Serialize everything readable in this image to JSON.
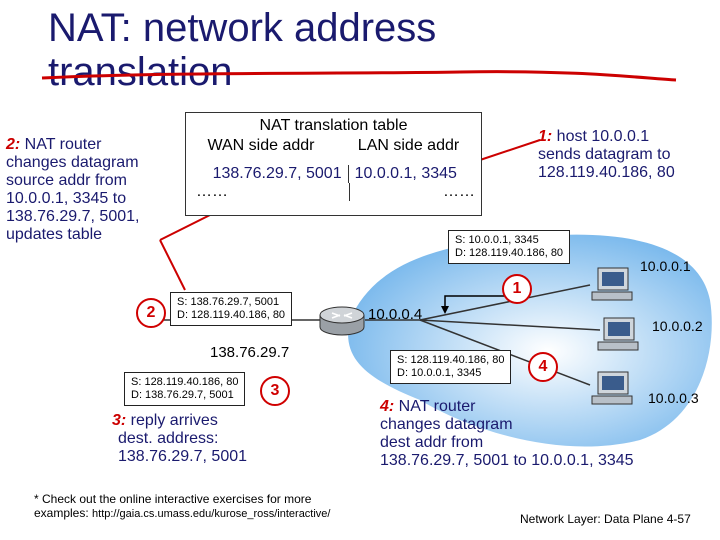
{
  "title_line1": "NAT: network address",
  "title_line2": "translation",
  "step1": {
    "num": "1:",
    "text_l1": " host 10.0.0.1",
    "text_l2": "sends datagram to",
    "text_l3": "128.119.40.186, 80"
  },
  "step2": {
    "num": "2:",
    "text_l1": " NAT router",
    "text_l2": "changes datagram",
    "text_l3": "source addr from",
    "text_l4": "10.0.0.1, 3345 to",
    "text_l5": "138.76.29.7, 5001,",
    "text_l6": "updates table"
  },
  "step3": {
    "num": "3:",
    "text_l1": " reply arrives",
    "text_l2": "dest. address:",
    "text_l3": "138.76.29.7, 5001"
  },
  "step4": {
    "num": "4:",
    "text_l1": " NAT router",
    "text_l2": "changes datagram",
    "text_l3": "dest addr from",
    "text_l4": "138.76.29.7, 5001 to 10.0.0.1, 3345"
  },
  "nat_table": {
    "title": "NAT translation table",
    "col_wan": "WAN side addr",
    "col_lan": "LAN side addr",
    "row_wan": "138.76.29.7, 5001",
    "row_lan": "10.0.0.1, 3345",
    "ellipsis_left": "……",
    "ellipsis_right": "……"
  },
  "packets": {
    "p1_src": "S: 10.0.0.1, 3345",
    "p1_dst": "D: 128.119.40.186, 80",
    "p2_src": "S: 138.76.29.7, 5001",
    "p2_dst": "D: 128.119.40.186, 80",
    "p3_src": "S: 128.119.40.186, 80",
    "p3_dst": "D: 138.76.29.7, 5001",
    "p4_src": "S: 128.119.40.186, 80",
    "p4_dst": "D: 10.0.0.1, 3345"
  },
  "badges": {
    "b1": "1",
    "b2": "2",
    "b3": "3",
    "b4": "4"
  },
  "ips": {
    "router_wan": "138.76.29.7",
    "router_lan": "10.0.0.4",
    "host1": "10.0.0.1",
    "host2": "10.0.0.2",
    "host3": "10.0.0.3"
  },
  "footer_note_l1": "* Check out the online interactive exercises for more",
  "footer_note_l2_prefix": "examples: ",
  "footer_note_url": "http://gaia.cs.umass.edu/kurose_ross/interactive/",
  "footer_label": "Network Layer: Data Plane 4-57",
  "colors": {
    "accent_red": "#cc0000",
    "title_navy": "#1a1a6e",
    "lan_blue": "#5aa8e8"
  }
}
